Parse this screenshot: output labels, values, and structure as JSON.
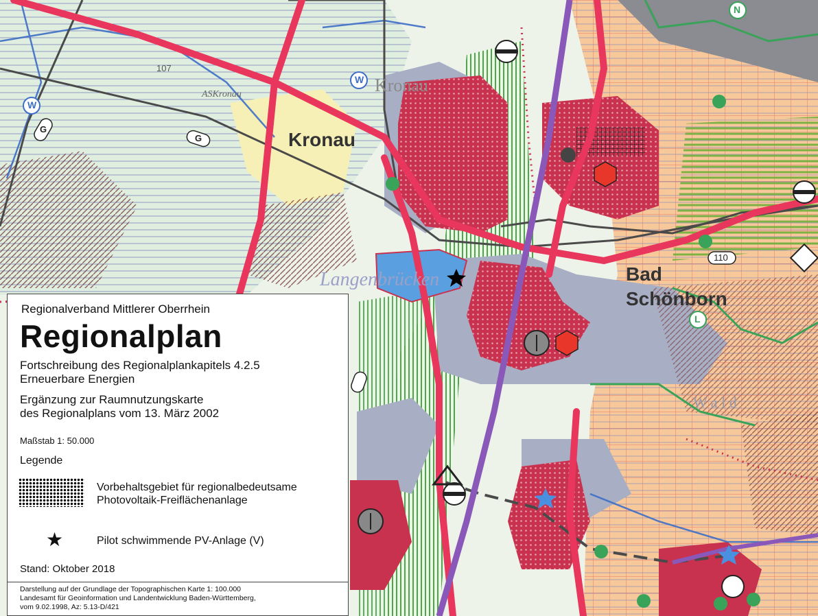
{
  "map": {
    "place_labels": {
      "kronau": "Kronau",
      "bad": "Bad",
      "schoenborn": "Schönborn",
      "kronau_topo": "Kronau",
      "as_kronau": "ASKronau",
      "langenbruecken": "Langenbrücken",
      "wald": "W a l d"
    },
    "road_numbers": [
      "107",
      "110",
      "G",
      "G"
    ],
    "symbol_letters": [
      "W",
      "W",
      "N",
      "L"
    ],
    "colors": {
      "settlement": "#c8324e",
      "road": "#e8365c",
      "rail": "#8a58b8",
      "gray_area": "#a8aec4",
      "green_line": "#3aa35a",
      "forest_bg": "#dfeede",
      "orange_area": "#f6c89a",
      "water": "#5aa0e0"
    }
  },
  "legend": {
    "organization": "Regionalverband Mittlerer Oberrhein",
    "title": "Regionalplan",
    "subtitle_line1": "Fortschreibung des Regionalplankapitels 4.2.5",
    "subtitle_line2": "Erneuerbare Energien",
    "supplement_line1": "Ergänzung zur Raumnutzungskarte",
    "supplement_line2": "des Regionalplans vom 13. März 2002",
    "scale": "Maßstab 1: 50.000",
    "legend_heading": "Legende",
    "entries": [
      {
        "label_line1": "Vorbehaltsgebiet für regionalbedeutsame",
        "label_line2": "Photovoltaik-Freiflächenanlage",
        "symbol": "dotted-pattern"
      },
      {
        "label_line1": "Pilot schwimmende PV-Anlage (V)",
        "symbol": "star-icon"
      }
    ],
    "status": "Stand: Oktober 2018",
    "footnote_line1": "Darstellung auf der Grundlage der Topographischen Karte 1: 100.000",
    "footnote_line2": "Landesamt für Geoinformation und Landentwicklung Baden-Württemberg,",
    "footnote_line3": "vom 9.02.1998, Az: 5.13-D/421"
  }
}
